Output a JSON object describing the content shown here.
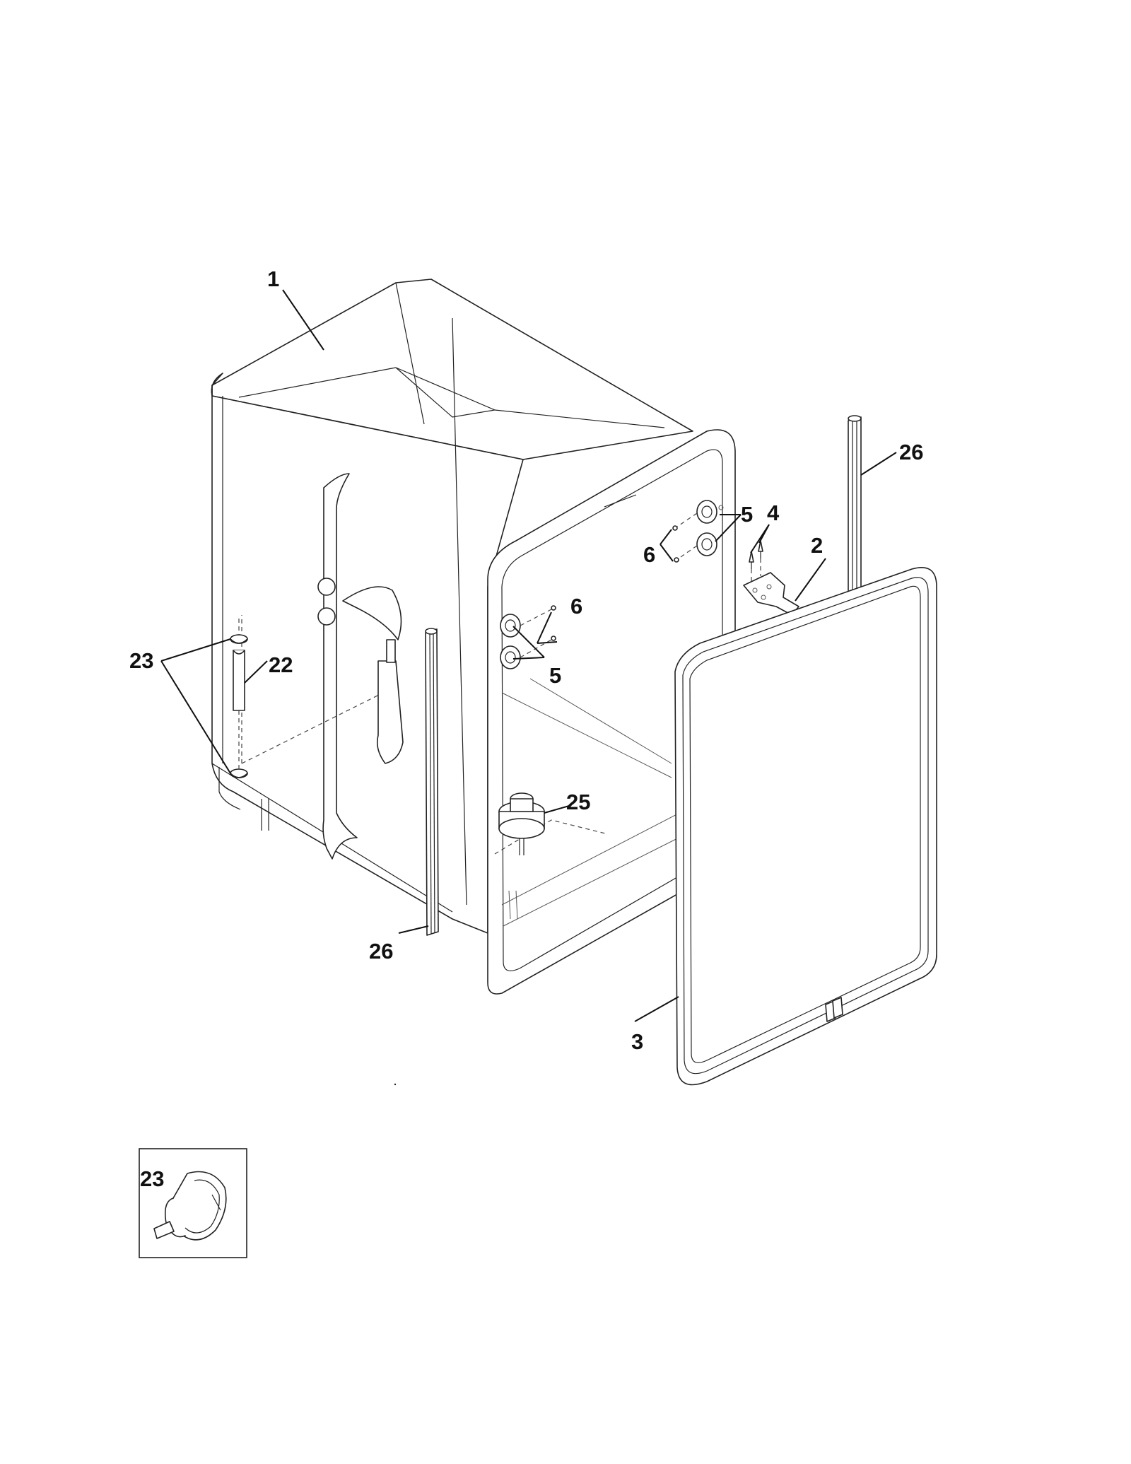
{
  "callouts": {
    "c1": "1",
    "c2": "2",
    "c3": "3",
    "c4": "4",
    "c5_upper": "5",
    "c5_lower": "5",
    "c6_upper": "6",
    "c6_lower": "6",
    "c22": "22",
    "c23": "23",
    "c25": "25",
    "c26_right": "26",
    "c26_left": "26",
    "c23_detail": "23"
  }
}
